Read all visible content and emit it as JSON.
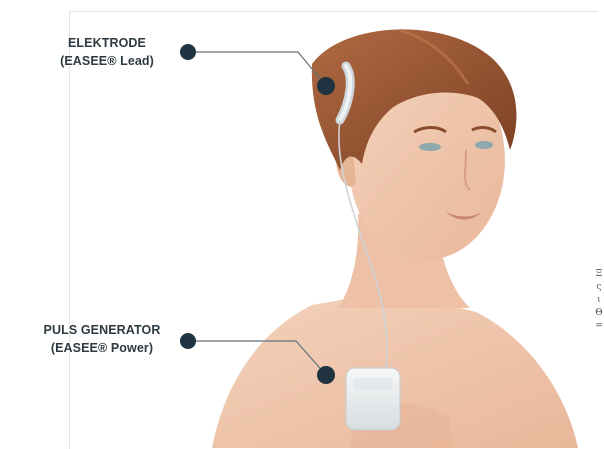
{
  "labels": {
    "electrode": {
      "line1": "ELEKTRODE",
      "line2": "(EASEE® Lead)"
    },
    "generator": {
      "line1": "PULS GENERATOR",
      "line2": "(EASEE® Power)"
    }
  },
  "edge_glyphs": [
    "Ξ",
    "ς",
    "ι",
    "Θ",
    "="
  ],
  "colors": {
    "label_text": "#2e3a41",
    "callout_dot": "#1f3440",
    "skin": "#f0c8ae",
    "hair": "#9b5a38",
    "device": "#eef0f1"
  }
}
